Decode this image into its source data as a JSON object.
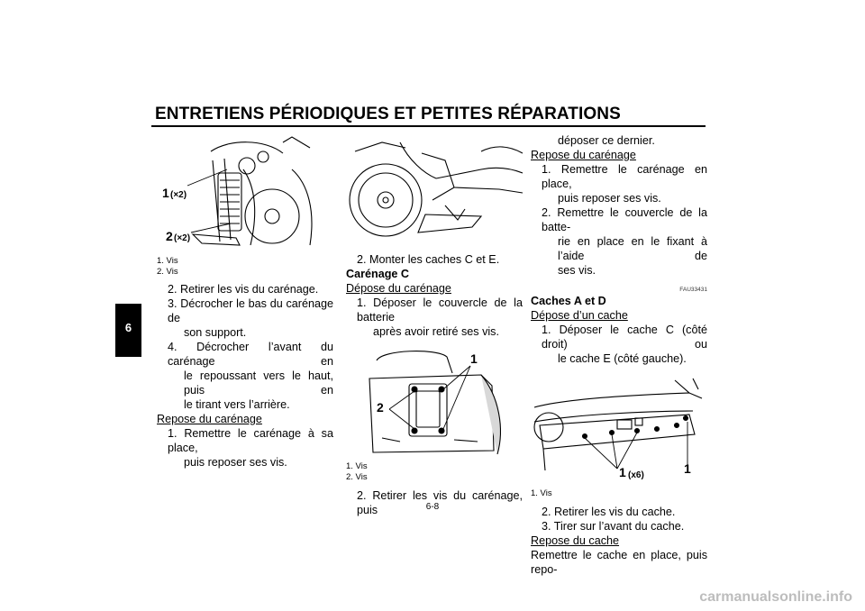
{
  "header": {
    "title": "ENTRETIENS PÉRIODIQUES ET PETITES RÉPARATIONS",
    "chapter_tab": "6"
  },
  "left": {
    "fig_labels": [
      "1",
      "(×2)",
      "2",
      "(×2)"
    ],
    "caption": [
      "1. Vis",
      "2. Vis"
    ],
    "lines": [
      "2. Retirer les vis du carénage.",
      "3. Décrocher le bas du carénage de",
      "son support.",
      "4. Décrocher l’avant du carénage en",
      "le repoussant vers le haut, puis en",
      "le tirant vers l’arrière."
    ],
    "heading": "Repose du carénage",
    "lines2": [
      "1. Remettre le carénage à sa place,",
      "puis reposer ses vis."
    ]
  },
  "middle": {
    "step": "2. Monter les caches C et E.",
    "heading": "Carénage C",
    "subheading": "Dépose du carénage",
    "lines": [
      "1. Déposer le couvercle de la batterie",
      "après avoir retiré ses vis."
    ],
    "fig_labels": [
      "1",
      "2"
    ],
    "caption": [
      "1. Vis",
      "2. Vis"
    ],
    "last": "2. Retirer les vis du carénage, puis"
  },
  "right": {
    "cont": "déposer ce dernier.",
    "heading1": "Repose du carénage",
    "lines1": [
      "1. Remettre le carénage en place,",
      "puis reposer ses vis.",
      "2. Remettre le couvercle de la batte-",
      "rie en place en le fixant à l’aide de",
      "ses vis."
    ],
    "code": "FAU33431",
    "heading2": "Caches A et D",
    "subheading2": "Dépose d’un cache",
    "lines2": [
      "1. Déposer le cache C (côté droit) ou",
      "le cache E (côté gauche)."
    ],
    "fig_labels": [
      "1",
      "(x6)",
      "1"
    ],
    "caption": [
      "1. Vis"
    ],
    "lines3": [
      "2. Retirer les vis du cache.",
      "3. Tirer sur l’avant du cache."
    ],
    "heading3": "Repose du cache",
    "last": "Remettre le cache en place, puis repo-"
  },
  "footer": {
    "page_number": "6-8",
    "watermark": "carmanualsonline.info"
  }
}
